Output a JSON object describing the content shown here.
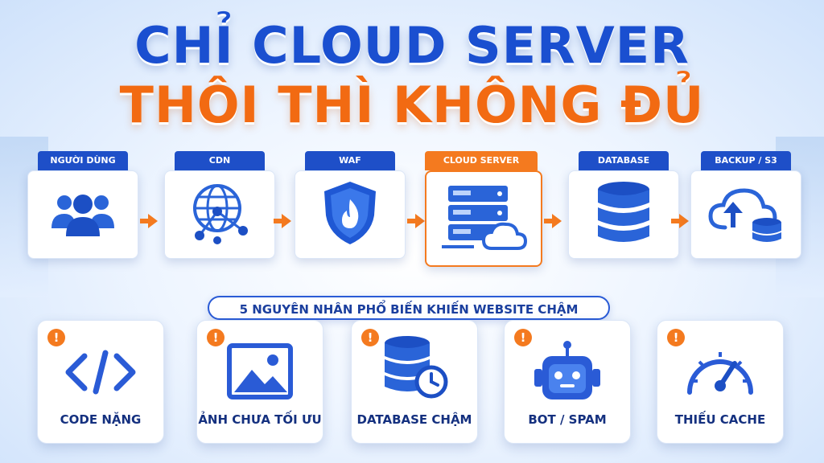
{
  "title": {
    "line1": "CHỈ CLOUD SERVER",
    "line2": "THÔI THÌ KHÔNG ĐỦ"
  },
  "flow": [
    {
      "label": "NGƯỜI DÙNG",
      "icon": "users-icon"
    },
    {
      "label": "CDN",
      "icon": "globe-network-icon"
    },
    {
      "label": "WAF",
      "icon": "shield-fire-icon"
    },
    {
      "label": "CLOUD SERVER",
      "icon": "server-cloud-icon",
      "highlighted": true
    },
    {
      "label": "DATABASE",
      "icon": "database-icon"
    },
    {
      "label": "BACKUP / S3",
      "icon": "cloud-upload-icon"
    }
  ],
  "banner": "5 NGUYÊN NHÂN PHỔ BIẾN KHIẾN WEBSITE CHẬM",
  "causes": [
    {
      "label": "CODE NẶNG",
      "icon": "code-icon"
    },
    {
      "label": "ẢNH CHƯA TỐI ƯU",
      "icon": "image-icon"
    },
    {
      "label": "DATABASE CHẬM",
      "icon": "database-clock-icon"
    },
    {
      "label": "BOT / SPAM",
      "icon": "robot-icon"
    },
    {
      "label": "THIẾU CACHE",
      "icon": "speedometer-icon"
    }
  ],
  "warning_symbol": "!",
  "colors": {
    "primary_blue": "#1e4fc8",
    "accent_orange": "#f47a1f",
    "title_blue": "#1a4fd0",
    "title_orange": "#f26a12"
  }
}
